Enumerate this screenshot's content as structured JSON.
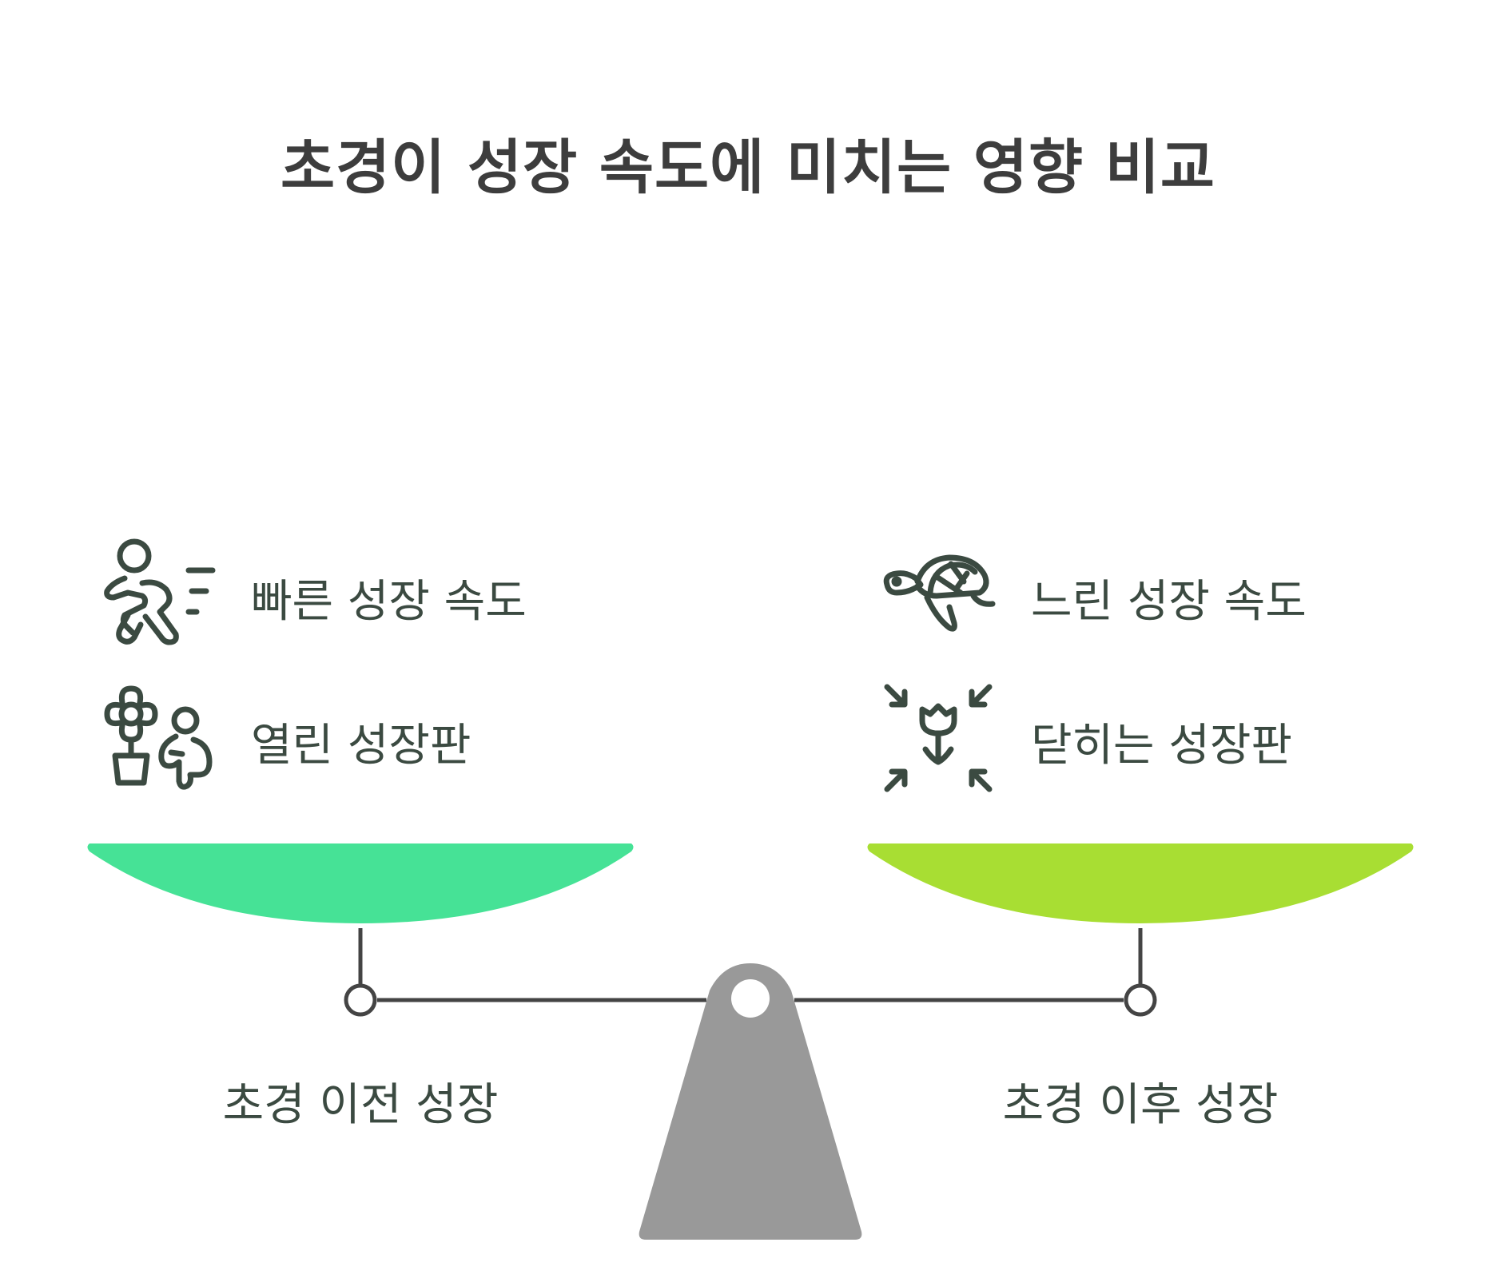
{
  "title": "초경이 성장 속도에 미치는 영향 비교",
  "left": {
    "label": "초경 이전 성장",
    "color": "#46e296",
    "items": [
      {
        "icon": "running-person-icon",
        "text": "빠른 성장 속도"
      },
      {
        "icon": "flower-child-icon",
        "text": "열린 성장판"
      }
    ]
  },
  "right": {
    "label": "초경 이후 성장",
    "color": "#a8de33",
    "items": [
      {
        "icon": "turtle-icon",
        "text": "느린 성장 속도"
      },
      {
        "icon": "shrinking-flower-icon",
        "text": "닫히는 성장판"
      }
    ]
  },
  "colors": {
    "fulcrum": "#999999",
    "beam": "#444444"
  }
}
